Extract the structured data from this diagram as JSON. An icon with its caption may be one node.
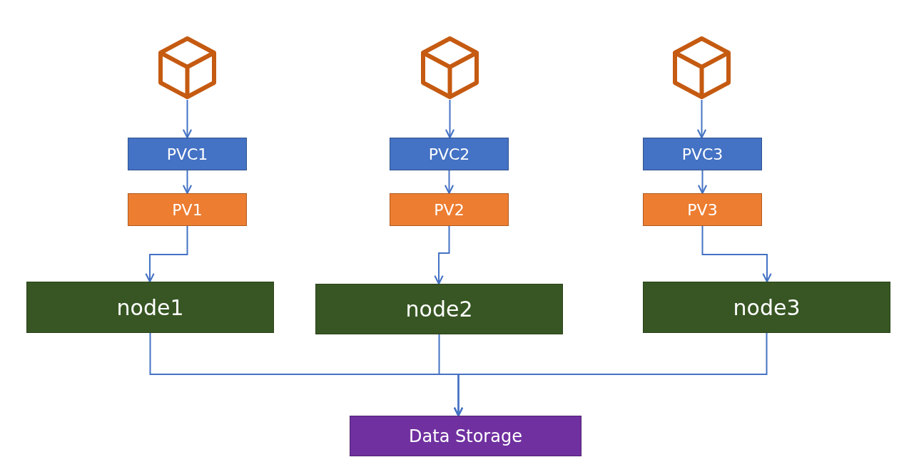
{
  "diagram": {
    "nodes": [
      {
        "text": [],
        "shape": "cube"
      },
      {
        "text": [],
        "shape": "cube"
      },
      {
        "text": [],
        "shape": "cube"
      },
      {
        "text": [
          "PVC1"
        ]
      },
      {
        "text": [
          "PVC2"
        ]
      },
      {
        "text": [
          "PVC3"
        ]
      },
      {
        "text": [
          "PV1"
        ]
      },
      {
        "text": [
          "PV2"
        ]
      },
      {
        "text": [
          "PV3"
        ]
      },
      {
        "text": [
          "node1"
        ]
      },
      {
        "text": [
          "node2"
        ]
      },
      {
        "text": [
          "node3"
        ]
      },
      {
        "text": [
          "Data Storage"
        ]
      }
    ],
    "edges": [
      {
        "from": 0,
        "to": 3,
        "arrow": "to"
      },
      {
        "from": 1,
        "to": 4,
        "arrow": "to"
      },
      {
        "from": 2,
        "to": 5,
        "arrow": "to"
      },
      {
        "from": 3,
        "to": 6,
        "arrow": "to"
      },
      {
        "from": 4,
        "to": 7,
        "arrow": "to"
      },
      {
        "from": 5,
        "to": 8,
        "arrow": "to"
      },
      {
        "from": 6,
        "to": 9,
        "arrow": "to"
      },
      {
        "from": 7,
        "to": 10,
        "arrow": "to"
      },
      {
        "from": 8,
        "to": 11,
        "arrow": "to"
      },
      {
        "from": 9,
        "to": 12,
        "arrow": "to"
      },
      {
        "from": 10,
        "to": 12,
        "arrow": "to"
      },
      {
        "from": 11,
        "to": 12,
        "arrow": "to"
      }
    ]
  }
}
